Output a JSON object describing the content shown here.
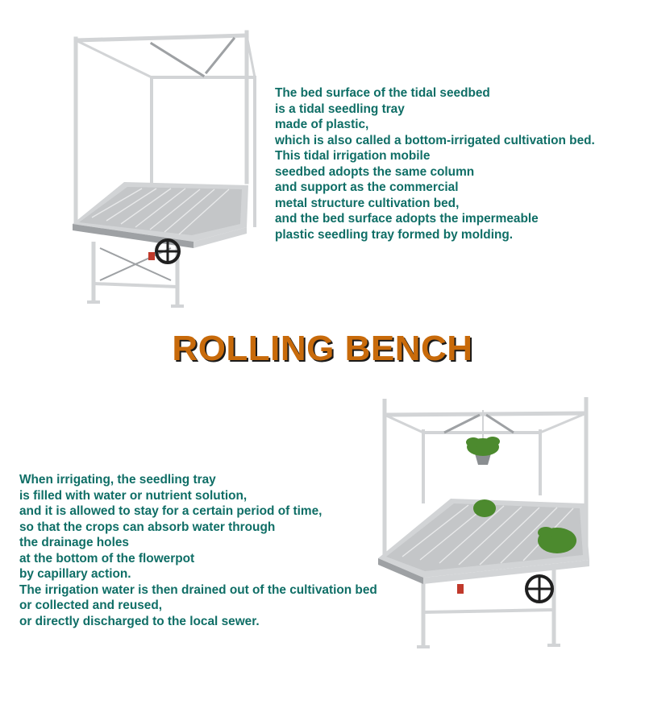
{
  "colors": {
    "body_text": "#0f6e66",
    "heading": "#c86a0a",
    "frame": "#d2d4d6",
    "frame_shade": "#9ea1a4",
    "tray": "#c4c6c8",
    "wheel": "#1f1f1f",
    "plant": "#4c8a2e"
  },
  "icons": {
    "top_illustration": "rolling-bench-frame",
    "bottom_illustration": "rolling-bench-with-plants"
  },
  "top_paragraph": [
    "The bed surface of the tidal seedbed",
    "is a tidal seedling tray",
    "made of plastic,",
    "which is also called a bottom-irrigated cultivation bed.",
    "This tidal irrigation mobile",
    "seedbed adopts the same column",
    "and support as the commercial",
    "metal structure cultivation bed,",
    "and the bed surface adopts the impermeable",
    "plastic seedling tray formed by molding."
  ],
  "heading": "ROLLING BENCH",
  "bottom_paragraph": [
    "When irrigating, the seedling tray",
    "is filled with water or nutrient solution,",
    "and it is allowed to stay for a certain period of time,",
    "so that the crops can absorb water through",
    "the drainage holes",
    "at the bottom of the flowerpot",
    "by capillary action.",
    "The irrigation water is then drained out of the cultivation bed",
    "or collected and reused,",
    "or directly discharged to the local sewer."
  ]
}
